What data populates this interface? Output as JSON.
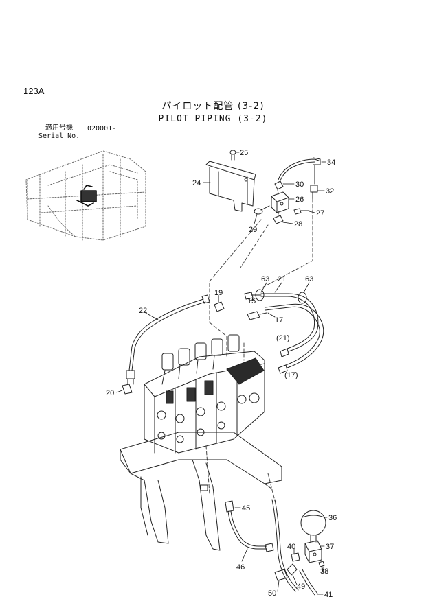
{
  "page_code": "123A",
  "title_japanese": "パイロット配管 (3-2)",
  "title_english": "PILOT PIPING (3-2)",
  "serial_label_japanese": "適用号機",
  "serial_value": "020001-",
  "serial_label_english": "Serial No.",
  "callouts": [
    "25",
    "34",
    "24",
    "30",
    "32",
    "26",
    "27",
    "28",
    "29",
    "63",
    "21",
    "63",
    "19",
    "15",
    "22",
    "17",
    "(21)",
    "(17)",
    "20",
    "45",
    "36",
    "37",
    "40",
    "38",
    "46",
    "49",
    "50",
    "41"
  ]
}
